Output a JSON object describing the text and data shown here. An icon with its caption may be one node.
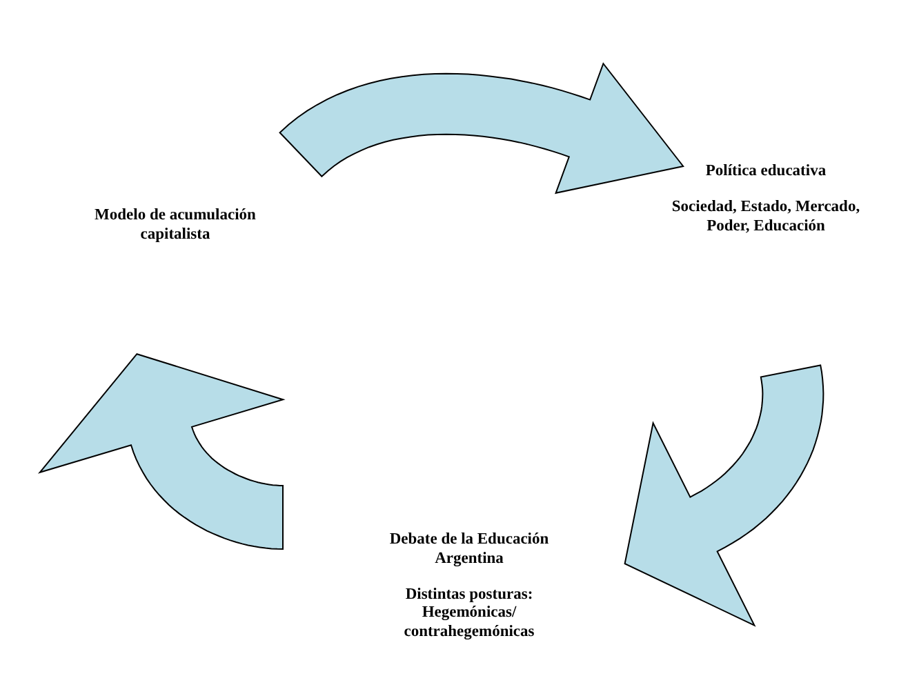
{
  "diagram": {
    "nodes": [
      {
        "text": [
          "Modelo de acumulación capitalista"
        ]
      },
      {
        "text": [
          "Política educativa",
          "Sociedad, Estado, Mercado, Poder, Educación"
        ]
      },
      {
        "text": [
          "Debate de la Educación Argentina",
          "Distintas posturas: Hegemónicas/ contrahegemónicas"
        ]
      }
    ],
    "edges": [
      {
        "from": 0,
        "to": 1,
        "arrow": "to"
      },
      {
        "from": 1,
        "to": 2,
        "arrow": "to"
      },
      {
        "from": 2,
        "to": 0,
        "arrow": "to"
      }
    ]
  }
}
